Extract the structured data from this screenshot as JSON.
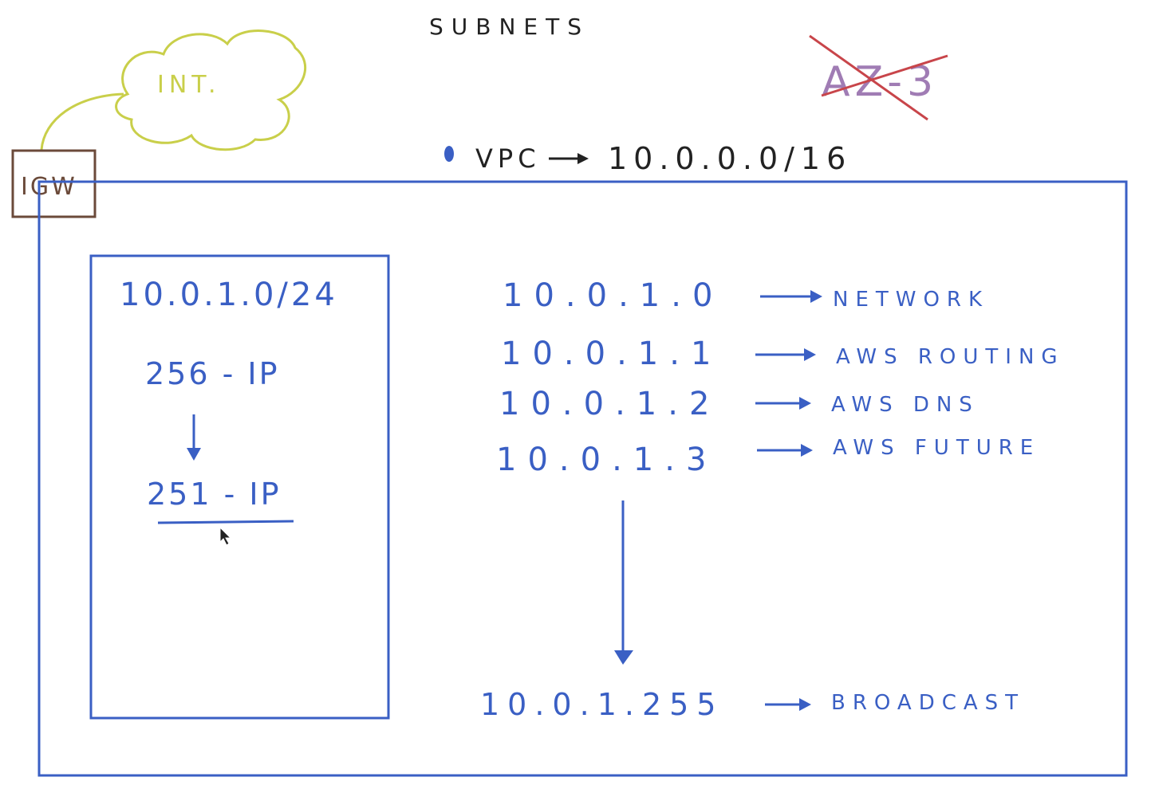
{
  "title": "SUBNETS",
  "internet_label": "INT.",
  "igw_label": "IGW",
  "az_label": "AZ-3",
  "vpc": {
    "label": "VPC",
    "cidr": "10.0.0.0/16"
  },
  "subnet_box": {
    "cidr": "10.0.1.0/24",
    "total_ips": "256 - IP",
    "usable_ips": "251 - IP"
  },
  "reserved": [
    {
      "address": "10.0.1.0",
      "purpose": "NETWORK"
    },
    {
      "address": "10.0.1.1",
      "purpose": "AWS ROUTING"
    },
    {
      "address": "10.0.1.2",
      "purpose": "AWS DNS"
    },
    {
      "address": "10.0.1.3",
      "purpose": "AWS FUTURE"
    },
    {
      "address": "10.0.1.255",
      "purpose": "BROADCAST"
    }
  ],
  "colors": {
    "blue": "#3a5fc4",
    "yellow": "#c9cf4a",
    "red": "#c8454a",
    "purple": "#a07cb4",
    "brown": "#6b4a3a"
  }
}
